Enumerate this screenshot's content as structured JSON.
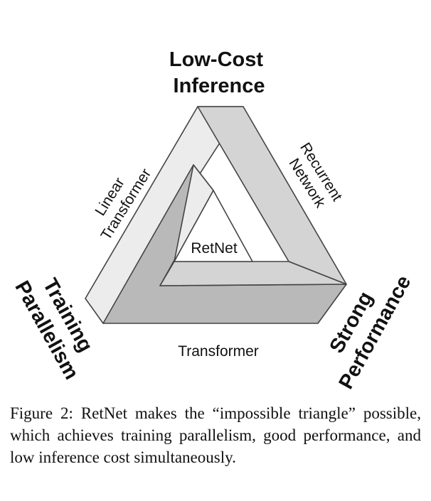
{
  "diagram": {
    "corners": {
      "top": [
        "Low-Cost",
        "Inference"
      ],
      "left": [
        "Training",
        "Parallelism"
      ],
      "right": [
        "Strong",
        "Performance"
      ]
    },
    "sides": {
      "left": [
        "Linear",
        "Transformer"
      ],
      "right": [
        "Recurrent",
        "Network"
      ],
      "bottom": "Transformer"
    },
    "center": "RetNet"
  },
  "caption": {
    "label": "Figure 2:",
    "text": "RetNet makes the “impossible triangle” possible, which achieves training parallelism, good performance, and low inference cost simultaneously."
  }
}
